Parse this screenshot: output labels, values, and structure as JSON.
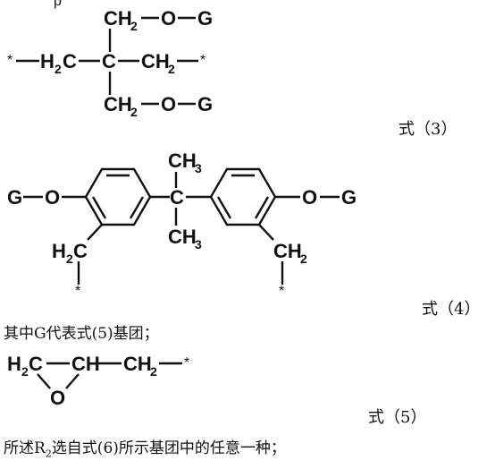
{
  "top_fragment": "p",
  "labels": {
    "formula3": "式（3）",
    "formula4": "式（4）",
    "formula5": "式（5）"
  },
  "text": {
    "g_definition": "其中G代表式(5)基团；",
    "r2_prefix": "所述R",
    "r2_sub": "2",
    "r2_suffix": "选自式(6)所示基团中的任意一种；"
  },
  "chem": {
    "f3": {
      "top_ch2": "CH",
      "top_ch2_sub": "2",
      "top_o": "O",
      "top_g": "G",
      "left_star": "*",
      "left_h2c": "H",
      "left_h2c_sub": "2",
      "left_h2c_c": "C",
      "center_c": "C",
      "right_ch2": "CH",
      "right_ch2_sub": "2",
      "right_star": "*",
      "bot_ch2": "CH",
      "bot_ch2_sub": "2",
      "bot_o": "O",
      "bot_g": "G"
    },
    "f4": {
      "left_g": "G",
      "left_o": "O",
      "ch3_top": "CH",
      "ch3_top_sub": "3",
      "center_c": "C",
      "ch3_bot": "CH",
      "ch3_bot_sub": "3",
      "right_o": "O",
      "right_g": "G",
      "left_h2c": "H",
      "left_h2c_sub": "2",
      "left_h2c_c": "C",
      "right_ch2": "CH",
      "right_ch2_sub": "2",
      "left_star": "*",
      "right_star": "*"
    },
    "f5": {
      "h2c": "H",
      "h2c_sub": "2",
      "h2c_c": "C",
      "ch": "CH",
      "ch2": "CH",
      "ch2_sub": "2",
      "star": "*",
      "o": "O"
    }
  }
}
